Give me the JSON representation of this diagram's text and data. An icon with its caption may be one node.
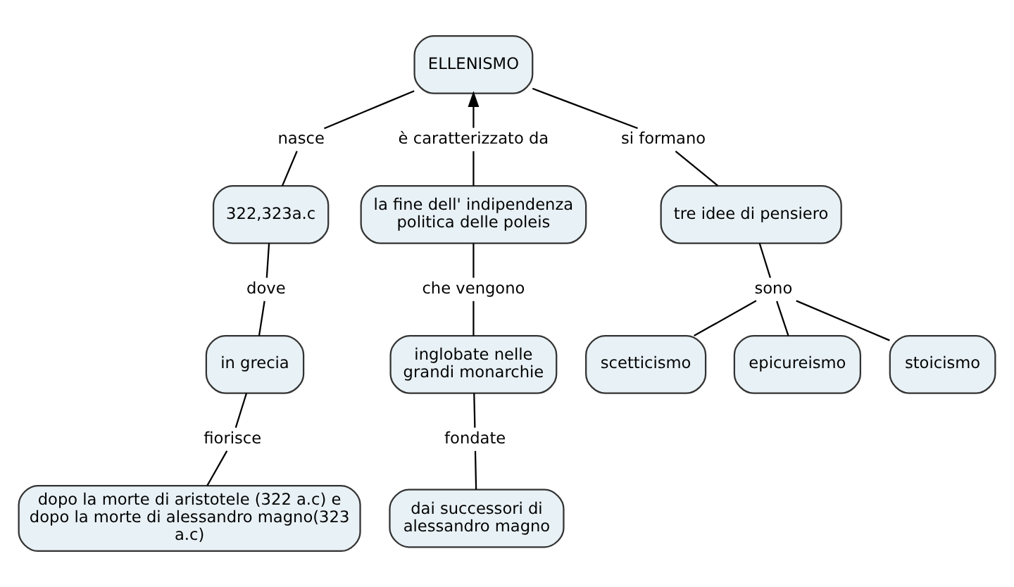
{
  "diagram": {
    "nodes": [
      {
        "text": [
          "ELLENISMO"
        ]
      },
      {
        "text": [
          "nasce"
        ]
      },
      {
        "text": [
          "è caratterizzato da"
        ]
      },
      {
        "text": [
          "si formano"
        ]
      },
      {
        "text": [
          "322,323a.c"
        ]
      },
      {
        "text": [
          "la fine dell' indipendenza politica delle poleis"
        ]
      },
      {
        "text": [
          "tre idee di pensiero"
        ]
      },
      {
        "text": [
          "dove"
        ]
      },
      {
        "text": [
          "che vengono"
        ]
      },
      {
        "text": [
          "sono"
        ]
      },
      {
        "text": [
          "in grecia"
        ]
      },
      {
        "text": [
          "inglobate nelle grandi monarchie"
        ]
      },
      {
        "text": [
          "scetticismo"
        ]
      },
      {
        "text": [
          "epicureismo"
        ]
      },
      {
        "text": [
          "stoicismo"
        ]
      },
      {
        "text": [
          "fiorisce"
        ]
      },
      {
        "text": [
          "fondate"
        ]
      },
      {
        "text": [
          "dopo la morte di aristotele (322 a.c) e dopo la morte di alessandro magno(323 a.c)"
        ]
      },
      {
        "text": [
          "dai successori di alessandro magno"
        ]
      }
    ],
    "edges": [
      {
        "from": 0,
        "to": 1,
        "arrow": "none"
      },
      {
        "from": 1,
        "to": 4,
        "arrow": "none"
      },
      {
        "from": 2,
        "to": 0,
        "arrow": "to"
      },
      {
        "from": 5,
        "to": 2,
        "arrow": "none"
      },
      {
        "from": 0,
        "to": 3,
        "arrow": "none"
      },
      {
        "from": 3,
        "to": 6,
        "arrow": "none"
      },
      {
        "from": 4,
        "to": 7,
        "arrow": "none"
      },
      {
        "from": 7,
        "to": 10,
        "arrow": "none"
      },
      {
        "from": 10,
        "to": 15,
        "arrow": "none"
      },
      {
        "from": 15,
        "to": 17,
        "arrow": "none"
      },
      {
        "from": 5,
        "to": 8,
        "arrow": "none"
      },
      {
        "from": 8,
        "to": 11,
        "arrow": "none"
      },
      {
        "from": 11,
        "to": 16,
        "arrow": "none"
      },
      {
        "from": 16,
        "to": 18,
        "arrow": "none"
      },
      {
        "from": 6,
        "to": 9,
        "arrow": "none"
      },
      {
        "from": 9,
        "to": 12,
        "arrow": "none"
      },
      {
        "from": 9,
        "to": 13,
        "arrow": "none"
      },
      {
        "from": 9,
        "to": 14,
        "arrow": "none"
      }
    ]
  }
}
